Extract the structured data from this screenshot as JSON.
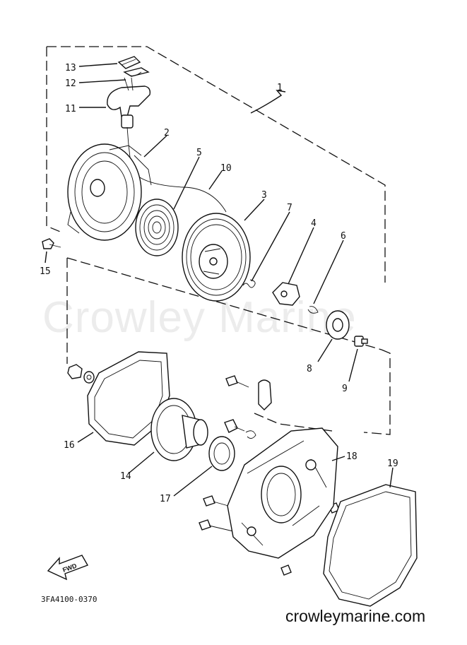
{
  "diagram": {
    "watermark": "Crowley Marine",
    "drawing_code": "3FA4100-0370",
    "website": "crowleymarine.com",
    "fwd_label": "FWD",
    "callouts": [
      {
        "id": "1",
        "label": "1"
      },
      {
        "id": "2",
        "label": "2"
      },
      {
        "id": "3",
        "label": "3"
      },
      {
        "id": "4",
        "label": "4"
      },
      {
        "id": "5",
        "label": "5"
      },
      {
        "id": "6",
        "label": "6"
      },
      {
        "id": "7",
        "label": "7"
      },
      {
        "id": "8",
        "label": "8"
      },
      {
        "id": "9",
        "label": "9"
      },
      {
        "id": "10",
        "label": "10"
      },
      {
        "id": "11",
        "label": "11"
      },
      {
        "id": "12",
        "label": "12"
      },
      {
        "id": "13",
        "label": "13"
      },
      {
        "id": "14",
        "label": "14"
      },
      {
        "id": "15",
        "label": "15"
      },
      {
        "id": "16",
        "label": "16"
      },
      {
        "id": "17",
        "label": "17"
      },
      {
        "id": "18",
        "label": "18"
      },
      {
        "id": "19",
        "label": "19"
      }
    ]
  }
}
